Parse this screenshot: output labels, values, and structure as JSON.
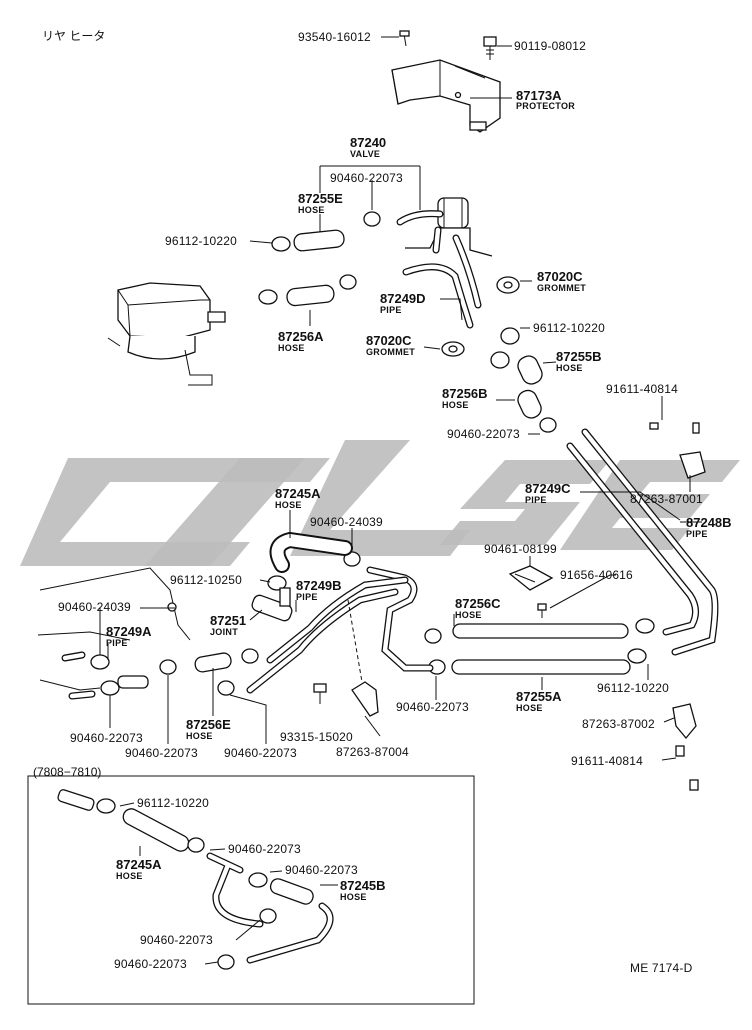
{
  "title": "リヤ ヒータ",
  "inset_label": "(7808−7810)",
  "drawing_code": "ME 7174-D",
  "callouts": [
    {
      "id": "c1",
      "pn": "93540-16012",
      "desc": ""
    },
    {
      "id": "c2",
      "pn": "90119-08012",
      "desc": ""
    },
    {
      "id": "c3",
      "pn": "87173A",
      "desc": "PROTECTOR"
    },
    {
      "id": "c4",
      "pn": "87240",
      "desc": "VALVE"
    },
    {
      "id": "c5",
      "pn": "90460-22073",
      "desc": ""
    },
    {
      "id": "c6",
      "pn": "87255E",
      "desc": "HOSE"
    },
    {
      "id": "c7",
      "pn": "96112-10220",
      "desc": ""
    },
    {
      "id": "c8",
      "pn": "87020C",
      "desc": "GROMMET"
    },
    {
      "id": "c9",
      "pn": "87249D",
      "desc": "PIPE"
    },
    {
      "id": "c10",
      "pn": "87256A",
      "desc": "HOSE"
    },
    {
      "id": "c11",
      "pn": "87020C",
      "desc": "GROMMET"
    },
    {
      "id": "c12",
      "pn": "96112-10220",
      "desc": ""
    },
    {
      "id": "c13",
      "pn": "87255B",
      "desc": "HOSE"
    },
    {
      "id": "c14",
      "pn": "91611-40814",
      "desc": ""
    },
    {
      "id": "c15",
      "pn": "87256B",
      "desc": "HOSE"
    },
    {
      "id": "c16",
      "pn": "90460-22073",
      "desc": ""
    },
    {
      "id": "c17",
      "pn": "87263-87001",
      "desc": ""
    },
    {
      "id": "c18",
      "pn": "87245A",
      "desc": "HOSE"
    },
    {
      "id": "c19",
      "pn": "90460-24039",
      "desc": ""
    },
    {
      "id": "c20",
      "pn": "87249C",
      "desc": "PIPE"
    },
    {
      "id": "c21",
      "pn": "87248B",
      "desc": "PIPE"
    },
    {
      "id": "c22",
      "pn": "90461-08199",
      "desc": ""
    },
    {
      "id": "c23",
      "pn": "96112-10250",
      "desc": ""
    },
    {
      "id": "c24",
      "pn": "87249B",
      "desc": "PIPE"
    },
    {
      "id": "c25",
      "pn": "91656-40616",
      "desc": ""
    },
    {
      "id": "c26",
      "pn": "90460-24039",
      "desc": ""
    },
    {
      "id": "c27",
      "pn": "87251",
      "desc": "JOINT"
    },
    {
      "id": "c28",
      "pn": "87256C",
      "desc": "HOSE"
    },
    {
      "id": "c29",
      "pn": "87249A",
      "desc": "PIPE"
    },
    {
      "id": "c30",
      "pn": "90460-22073",
      "desc": ""
    },
    {
      "id": "c31",
      "pn": "96112-10220",
      "desc": ""
    },
    {
      "id": "c32",
      "pn": "87255A",
      "desc": "HOSE"
    },
    {
      "id": "c33",
      "pn": "87256E",
      "desc": "HOSE"
    },
    {
      "id": "c34",
      "pn": "93315-15020",
      "desc": ""
    },
    {
      "id": "c35",
      "pn": "87263-87002",
      "desc": ""
    },
    {
      "id": "c36",
      "pn": "90460-22073",
      "desc": ""
    },
    {
      "id": "c37",
      "pn": "90460-22073",
      "desc": ""
    },
    {
      "id": "c38",
      "pn": "90460-22073",
      "desc": ""
    },
    {
      "id": "c39",
      "pn": "87263-87004",
      "desc": ""
    },
    {
      "id": "c40",
      "pn": "91611-40814",
      "desc": ""
    },
    {
      "id": "c41",
      "pn": "96112-10220",
      "desc": ""
    },
    {
      "id": "c42",
      "pn": "90460-22073",
      "desc": ""
    },
    {
      "id": "c43",
      "pn": "87245A",
      "desc": "HOSE"
    },
    {
      "id": "c44",
      "pn": "90460-22073",
      "desc": ""
    },
    {
      "id": "c45",
      "pn": "87245B",
      "desc": "HOSE"
    },
    {
      "id": "c46",
      "pn": "90460-22073",
      "desc": ""
    },
    {
      "id": "c47",
      "pn": "90460-22073",
      "desc": ""
    }
  ]
}
